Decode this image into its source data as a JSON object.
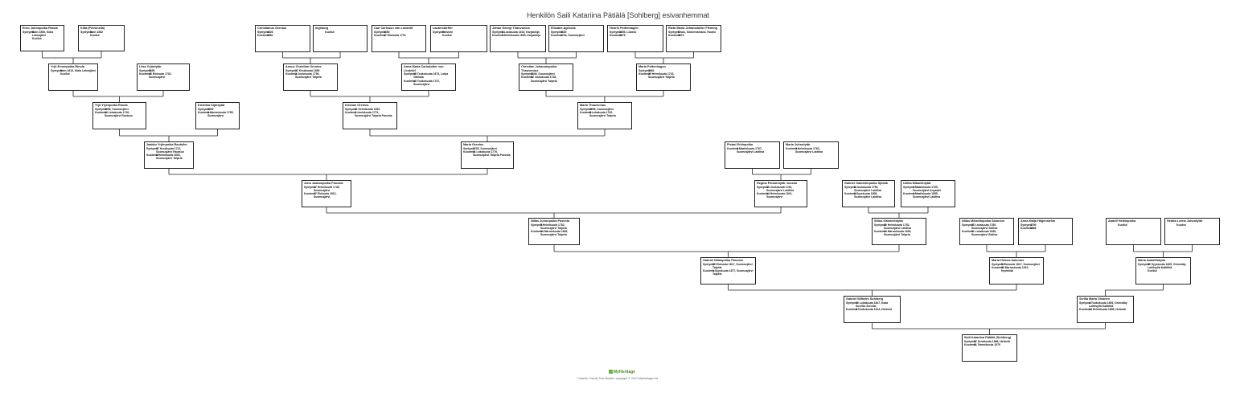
{
  "title": "Henkilön Saili Katariina Pätiälä [Sohlberg] esivanhemmat",
  "brand": "MyHeritage",
  "footer": "Tuotettu: Family Tree Builder, copyright © 2013 MyHeritage Ltd.",
  "colors": {
    "line": "#222222",
    "box_border": "#222222",
    "brand": "#6cb33f"
  },
  "people": [
    {
      "id": "p1",
      "name": "Erno Juhonpoika Rinola",
      "lines": [
        [
          "Syntymä:",
          "Noin 1580, Kiala Lahnajärvi"
        ],
        [
          "",
          "Kuollut"
        ]
      ]
    },
    {
      "id": "p2",
      "name": "Kilta (Petronella)",
      "lines": [
        [
          "Syntymä:",
          "Noin 1582"
        ],
        [
          "",
          "Kuollut"
        ]
      ]
    },
    {
      "id": "p3",
      "name": "Yrjö Ernonpoika Rinola",
      "lines": [
        [
          "Syntymä:",
          "Noin 1613, Kiala Lahnajärvi"
        ],
        [
          "",
          "Kuollut"
        ]
      ]
    },
    {
      "id": "p4",
      "name": "Liisa Yrjöntytär",
      "lines": [
        [
          "Syntymä:",
          "1650"
        ],
        [
          "Kuolema:",
          "30 Elokuuta 1702, Suomusjärvi"
        ]
      ]
    },
    {
      "id": "p5",
      "name": "Yrjö Yrjönpoika Rinola",
      "lines": [
        [
          "Syntymä:",
          "1684, Suomusjärvi"
        ],
        [
          "Kuolema:",
          "16 Lokakuuta 1726, Suomusjärvi Rautsuo"
        ]
      ]
    },
    {
      "id": "p6",
      "name": "Kristiina Sipintytär",
      "lines": [
        [
          "Syntymä:",
          "1690"
        ],
        [
          "Kuolema:",
          "8 Marraskuuta 1765, Suomusjärvi"
        ]
      ]
    },
    {
      "id": "p7",
      "name": "Christianus Orenius",
      "lines": [
        [
          "Syntymä:",
          "1626"
        ],
        [
          "Kuolema:",
          "1681"
        ]
      ]
    },
    {
      "id": "p8",
      "name": "Ingeborg",
      "lines": [
        [
          "",
          "Kuollut"
        ]
      ]
    },
    {
      "id": "p9",
      "name": "Carl Carlsson von Lindelöf",
      "lines": [
        [
          "Syntymä:",
          "1650"
        ],
        [
          "Kuolema:",
          "17 Elokuuta 1734"
        ]
      ]
    },
    {
      "id": "p10",
      "name": "Lauterstörffer",
      "lines": [
        [
          "Syntymä:",
          "Helsinki"
        ],
        [
          "",
          "Kuollut"
        ]
      ]
    },
    {
      "id": "p11",
      "name": "Anxus Christian Orenius",
      "lines": [
        [
          "Syntymä:",
          "17 Kesäkuuta 1659"
        ],
        [
          "Kuolema:",
          "3 Joulukuuta 1736, Suomusjärvi Talpela"
        ]
      ]
    },
    {
      "id": "p12",
      "name": "Anna Maria Carlsdotter von Lindelöf",
      "lines": [
        [
          "Syntymä:",
          "18 Toukokuuta 1673, Lohja Vähkala"
        ],
        [
          "Kuolema:",
          "13 Toukokuuta 1747, Suomusjärvi"
        ]
      ]
    },
    {
      "id": "p13",
      "name": "Kristian Orenius",
      "lines": [
        [
          "Syntymä:",
          "11 Helmikuuta 1693"
        ],
        [
          "Kuolema:",
          "2 Joulukuuta 1774, Suomusjärvi Talpela Pasvola"
        ]
      ]
    },
    {
      "id": "p14",
      "name": "Johan Georgi Thauvonius",
      "lines": [
        [
          "Syntymä:",
          "8 Lokakuuta 1615, Karjalohja"
        ],
        [
          "Kuolema:",
          "7 Helmikuuta 1683, Karjalohja"
        ]
      ]
    },
    {
      "id": "p15",
      "name": "Elisabet Agricola",
      "lines": [
        [
          "Syntymä:",
          "1620"
        ],
        [
          "Kuolema:",
          "1703, Suomusjärvi"
        ]
      ]
    },
    {
      "id": "p16",
      "name": "Henrik Pettenhagen",
      "lines": [
        [
          "Syntymä:",
          "1605, Lübeck"
        ],
        [
          "Kuolema:",
          "1675"
        ]
      ]
    },
    {
      "id": "p17",
      "name": "Rieta Maria Johansdotter Fleming",
      "lines": [
        [
          "Syntymä:",
          "Kivas, Södermanland, Ruotsi"
        ],
        [
          "Kuolema:",
          "1679"
        ]
      ]
    },
    {
      "id": "p18",
      "name": "Christian Johanninpoika Thauvonius",
      "lines": [
        [
          "Syntymä:",
          "1646, Suomusjärvi"
        ],
        [
          "Kuolema:",
          "22 Joulukuuta 1728, Suomusjärvi Talpela"
        ]
      ]
    },
    {
      "id": "p19",
      "name": "Maria Pettenhagen",
      "lines": [
        [
          "Syntymä:",
          "1662"
        ],
        [
          "Kuolema:",
          "20 Helmikuuta 1743, Suomusjärvi Talpela"
        ]
      ]
    },
    {
      "id": "p20",
      "name": "Maria Thauvonius",
      "lines": [
        [
          "Syntymä:",
          "1696, Suomusjärvi"
        ],
        [
          "Kuolema:",
          "8 Lokakuuta 1762, Suomusjärvi Talpela"
        ]
      ]
    },
    {
      "id": "p21",
      "name": "Jaakko Yrjönpoika Rautsilm",
      "lines": [
        [
          "Syntymä:",
          "27 Kesäkuuta 1712, Suomusjärvi Rautsuo"
        ],
        [
          "Kuolema:",
          "8 Helmikuuta 1800, Suomusjärvi Talpela"
        ]
      ]
    },
    {
      "id": "p22",
      "name": "Maria Orenius",
      "lines": [
        [
          "Syntymä:",
          "1725, Suomusjärvi"
        ],
        [
          "Kuolema:",
          "11 Lokakuuta 1776, Suomusjärvi Talpela Pasvola"
        ]
      ]
    },
    {
      "id": "p23",
      "name": "Pietari Erkinpoika",
      "lines": [
        [
          "Kuolema:",
          "3 Maaliskuuta 1767, Suomusjärvi Laiditsa"
        ]
      ]
    },
    {
      "id": "p24",
      "name": "Maria Juhontytär",
      "lines": [
        [
          "Kuolema:",
          "2 Helmikuuta 1760, Suomusjärvi Laiditsa"
        ]
      ]
    },
    {
      "id": "p25",
      "name": "Juho Jaakonpoika Pasvola",
      "lines": [
        [
          "Syntymä:",
          "17 Helmikuuta 1748, Suomusjärvi"
        ],
        [
          "Kuolema:",
          "27 Elokuuta 1812, Suomusjärvi"
        ]
      ]
    },
    {
      "id": "p26",
      "name": "Regina Pietarintytär Jussila",
      "lines": [
        [
          "Syntymä:",
          "15 Joulukuuta 1760, Suomusjärvi Laiditsa"
        ],
        [
          "Kuolema:",
          "14 Helmikuuta 1841, Suomusjärvi"
        ]
      ]
    },
    {
      "id": "p27",
      "name": "Gabriel Gabrielinpoika Sjöblik",
      "lines": [
        [
          "Syntymä:",
          "8 Joulukuuta 1750, Suomusjärvi Laiditsa"
        ],
        [
          "Kuolema:",
          "8 Syyskuuta 1808, Suomusjärvi Laiditsa"
        ]
      ]
    },
    {
      "id": "p28",
      "name": "Ulrika Mikaelintytär",
      "lines": [
        [
          "Syntymä:",
          "1 Maaliskuuta 1760, Suomusjärvi Anyasini"
        ],
        [
          "Kuolema:",
          "4 Maaliskuuta 1855, Suomusjärvi Laiditsa"
        ]
      ]
    },
    {
      "id": "p29",
      "name": "Niilas Juhonpoika Pasvola",
      "lines": [
        [
          "Syntymä:",
          "3 Helmikuuta 1782, Suomusjärvi Talpela"
        ],
        [
          "Kuolema:",
          "24 Marraskuuta 1852, Suomusjärvi Talpela"
        ]
      ]
    },
    {
      "id": "p30",
      "name": "Stiina Gabrielintytär",
      "lines": [
        [
          "Syntymä:",
          "26 Helmikuuta 1782, Suomusjärvi Laiditsa"
        ],
        [
          "Kuolema:",
          "13 Marraskuuta 1839, Suomusjärvi Talpela"
        ]
      ]
    },
    {
      "id": "p31",
      "name": "Niilas Mikaelinpoika Salonius",
      "lines": [
        [
          "Syntymä:",
          "25 Lokakuuta 1780, Suomusjärvi Saltiva"
        ],
        [
          "Kuolema:",
          "21 Lokakuuta 1838, Suomusjärvi Saltiva"
        ]
      ]
    },
    {
      "id": "p32",
      "name": "Anna Maija Hilgenström",
      "lines": [
        [
          "Syntymä:",
          "1790"
        ],
        [
          "Kuolema:",
          "1866"
        ]
      ]
    },
    {
      "id": "p33",
      "name": "Aadolf Heikinpoika",
      "lines": [
        [
          "",
          "Kuollut"
        ]
      ]
    },
    {
      "id": "p34",
      "name": "Hedda Leena Juhontytär",
      "lines": [
        [
          "",
          "Kuollut"
        ]
      ]
    },
    {
      "id": "p35",
      "name": "Gabriel Niilaspoika Pasvola",
      "lines": [
        [
          "Syntymä:",
          "20 Elokuuta 1817, Suomusjärvi Talpela"
        ],
        [
          "Kuolema:",
          "1 Syyskuuta 1877, Suomusjärvi Talpela"
        ]
      ]
    },
    {
      "id": "p36",
      "name": "Maria Helena Salonius",
      "lines": [
        [
          "Syntymä:",
          "5 Elokuuta 1817, Suomusjärvi"
        ],
        [
          "Kuolema:",
          "20 Marraskuuta 1910, Hyvinkää"
        ]
      ]
    },
    {
      "id": "p37",
      "name": "Maria Aadolfintytär",
      "lines": [
        [
          "Syntymä:",
          "30 Syyskuuta 1825, Grimsäby Lohitsyllä Kattilittä"
        ],
        [
          "",
          "Kuollut"
        ]
      ]
    },
    {
      "id": "p38",
      "name": "Gabriel Wilhelm Sohlberg",
      "lines": [
        [
          "Syntymä:",
          "10 Lokakuuta 1847, Kiala Sorvilla Sorvilla"
        ],
        [
          "Kuolema:",
          "2 Toukokuuta 1913, Helsinki"
        ]
      ]
    },
    {
      "id": "p39",
      "name": "Sivilla Maria Olsanen",
      "lines": [
        [
          "Syntymä:",
          "4 Toukokuuta 1854, Grimsäby Lohitsyllä Kattilittä"
        ],
        [
          "Kuolema:",
          "14 Helmikuuta 1886, Helsinki"
        ]
      ]
    },
    {
      "id": "p40",
      "name": "Saili Katariina Pätiälä (Sohlberg)",
      "lines": [
        [
          "Syntymä:",
          "27 Kesäkuuta 1886, Helsinki"
        ],
        [
          "Kuolema:",
          "31 Tammikuuta 1979"
        ]
      ]
    }
  ]
}
